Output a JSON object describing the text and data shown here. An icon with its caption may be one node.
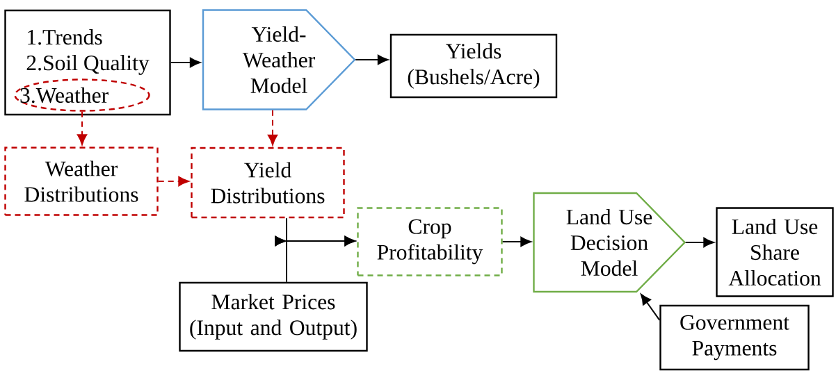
{
  "diagram": {
    "nodes": [
      {
        "text": [
          "1.Trends",
          "2.Soil Quality"
        ]
      },
      {
        "text": [
          "3.Weather"
        ],
        "in": 0
      },
      {
        "text": [
          "Yield- Weather Model"
        ]
      },
      {
        "text": [
          "Yields",
          "(Bushels/Acre)"
        ]
      },
      {
        "text": [
          "Weather Distributions"
        ]
      },
      {
        "text": [
          "Yield Distributions"
        ]
      },
      {
        "text": [
          "Crop Profitability"
        ]
      },
      {
        "text": [
          "Land Use Decision Model"
        ]
      },
      {
        "text": [
          "Land Use Share Allocation"
        ]
      },
      {
        "text": [
          "Market Prices",
          "(Input and Output)"
        ]
      },
      {
        "text": [
          "Government Payments"
        ]
      }
    ],
    "edges": [
      {
        "from": 0,
        "to": 2,
        "arrow": "to"
      },
      {
        "from": 2,
        "to": 3,
        "arrow": "to"
      },
      {
        "from": 1,
        "to": 4,
        "arrow": "to",
        "style": "dashed",
        "color": "#c00000"
      },
      {
        "from": 4,
        "to": 5,
        "arrow": "to",
        "style": "dashed",
        "color": "#c00000"
      },
      {
        "from": 2,
        "to": 5,
        "arrow": "to",
        "style": "dashed",
        "color": "#c00000"
      },
      {
        "from": 5,
        "to": 6,
        "arrow": "to"
      },
      {
        "from": 9,
        "to": 6,
        "arrow": "to"
      },
      {
        "from": 6,
        "to": 7,
        "arrow": "to"
      },
      {
        "from": 7,
        "to": 8,
        "arrow": "to"
      },
      {
        "from": 10,
        "to": 7,
        "arrow": "to"
      }
    ]
  }
}
